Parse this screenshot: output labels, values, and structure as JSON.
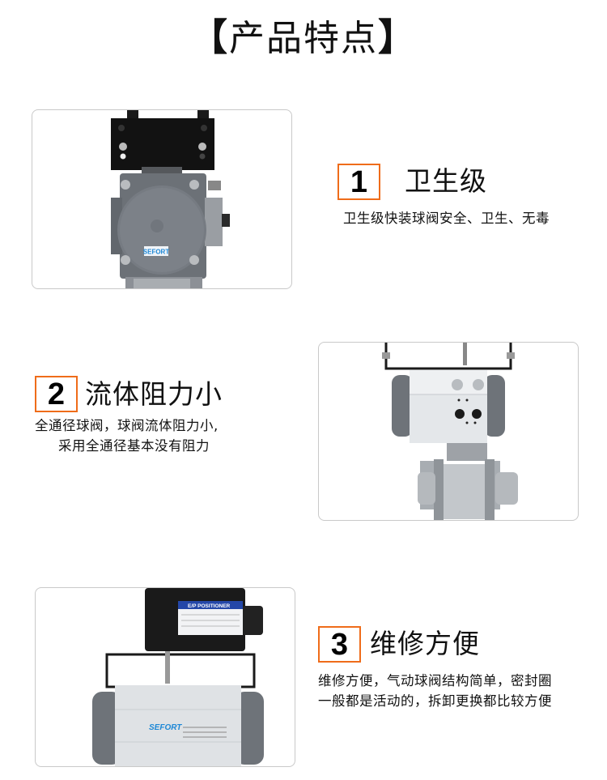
{
  "header": {
    "bracket_left": "【",
    "title": "产品特点",
    "bracket_right": "】"
  },
  "features": [
    {
      "number": "1",
      "title": "卫生级",
      "description_lines": [
        "卫生级快装球阀安全、卫生、无毒"
      ],
      "image": {
        "subject": "electro-pneumatic positioner front view",
        "brand_label": "SEFORT"
      }
    },
    {
      "number": "2",
      "title": "流体阻力小",
      "description_lines": [
        "全通径球阀，球阀流体阻力小,",
        "采用全通径基本没有阻力"
      ],
      "image": {
        "subject": "pneumatic actuator with sanitary tri-clamp ball valve"
      }
    },
    {
      "number": "3",
      "title": "维修方便",
      "description_lines": [
        "维修方便，气动球阀结构简单，密封圈",
        "一般都是活动的，拆卸更换都比较方便"
      ],
      "image": {
        "subject": "E/P positioner mounted on pneumatic actuator",
        "positioner_label": "E/P POSITIONER",
        "brand_label": "SEFORT"
      }
    }
  ],
  "colors": {
    "accent_orange": "#ef6c1a",
    "frame_border": "#c9c9c9",
    "text": "#111111",
    "brand_blue": "#1e88d6"
  }
}
